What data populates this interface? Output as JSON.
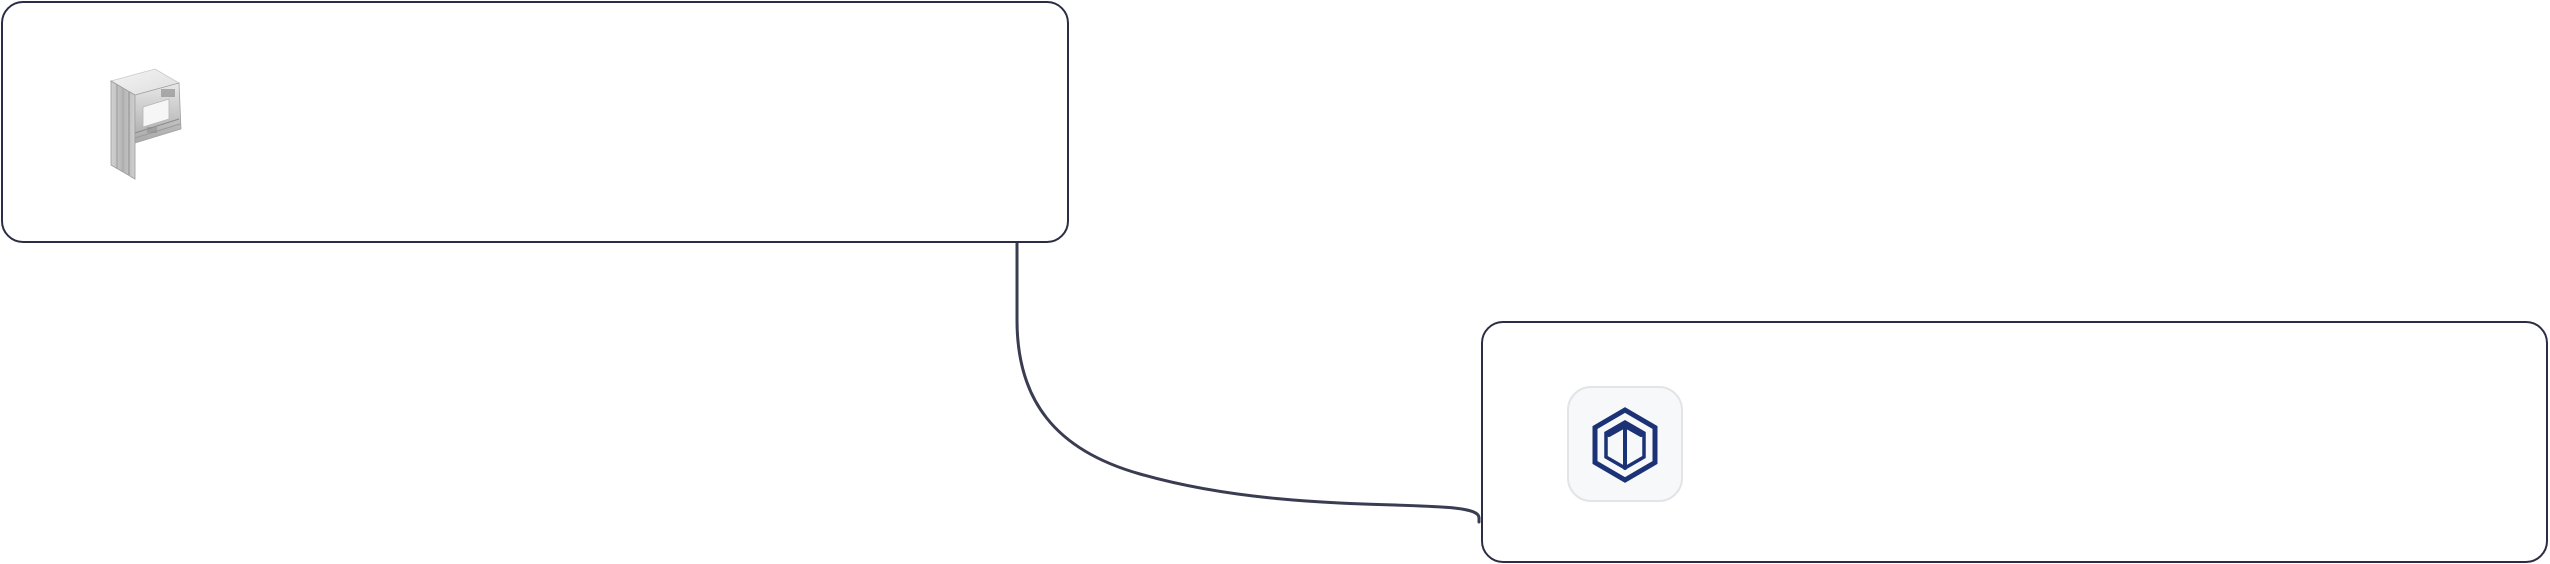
{
  "diagram": {
    "nodes": [
      {
        "id": "source",
        "label": "",
        "icon": "cube-p-logo-icon",
        "border_color": "#2b2d45"
      },
      {
        "id": "target",
        "label": "",
        "icon": "hexagon-t-logo-icon",
        "border_color": "#2b2d45",
        "icon_color": "#1c3277"
      }
    ],
    "edges": [
      {
        "from": "source",
        "to": "target",
        "color": "#3a3c52"
      }
    ]
  }
}
